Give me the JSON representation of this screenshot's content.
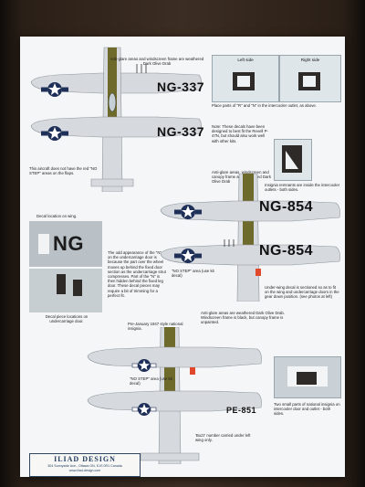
{
  "notes": {
    "anti_glare_1": "Anti-glare areas and windscreen frame are weathered Dark Olive Drab",
    "no_step_1": "This aircraft does not have the red \"NO STEP\" areas on the flaps.",
    "note_decals": "Note: These decals have been designed to best fit the Revell P-47N, but should also work well with other kits.",
    "place_parts": "Place parts of \"R\" and \"N\" in the intercooler outlet, as above.",
    "anti_glare_2": "Anti-glare areas, windscreen and canopy frame are weathered Dark Olive Drab",
    "insignia_remnants": "Insignia remnants are inside the intercooler outlets - both sides.",
    "decal_location": "Decal location on wing.",
    "decal_piece_locations": "Decal piece locations on undercarriage door.",
    "old_appearance": "The odd appearance of the \"N\" on the undercarriage door is because the part over the wheel moves up behind the fixed door section as the undercarriage strut compresses. Part of the \"N\" is then hidden behind the fixed leg door. These decal pieces may require a bit of trimming for a perfect fit.",
    "no_step_label_1": "\"NO STEP\" area (use kit decal)",
    "under_wing": "Under-wing decal is sectioned so as to fit on the wing and undercarriage doors in the gear down position. (see photos at left)",
    "pre_january": "Pre-January 1947 style national insignia.",
    "anti_glare_3": "Anti-glare areas are weathered Dark Olive Drab. Windscreen frame is black, but canopy frame is unpainted.",
    "no_step_label_2": "\"NO STEP\" area (use kit decal)",
    "buzz_number": "'Buzz' number carried under left wing only.",
    "two_small_parts": "Two small parts of national insignia on intercooler door and outlet - both sides."
  },
  "panels": {
    "left_side": "Left side",
    "right_side": "Right side"
  },
  "codes": {
    "top_upper": "NG-337",
    "top_lower": "NG-337",
    "mid_upper": "NG-854",
    "mid_lower": "NG-854",
    "wing_photo": "NG",
    "bottom_under": "PE-851"
  },
  "brand": {
    "name": "ILIAD DESIGN",
    "address": "304 Sunnyside Ave., Ottawa ON, K1S 0R1  Canada",
    "website": "www.iliad-design.com"
  },
  "colors": {
    "olive_drab": "#6e6a2c",
    "aluminum": "#d6dade",
    "insignia_blue": "#1e2f58",
    "no_step_red": "#e0472b",
    "sheet": "#f4f6f8"
  }
}
